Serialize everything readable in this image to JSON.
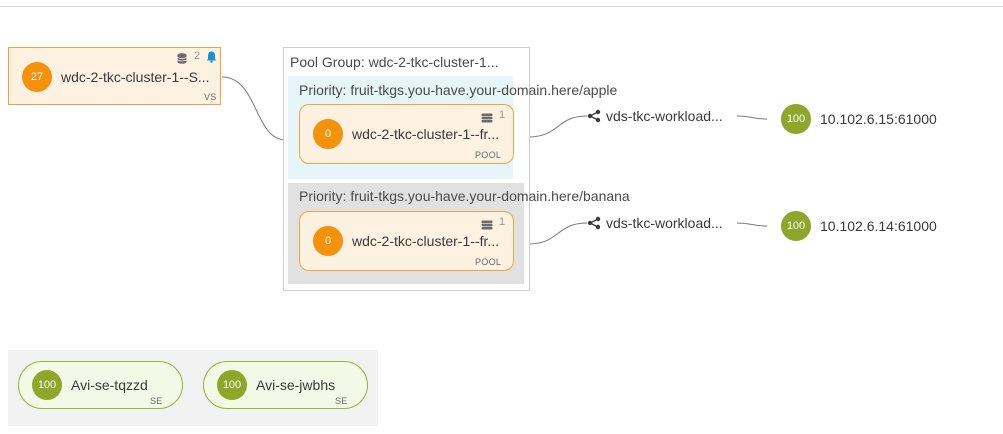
{
  "vs": {
    "score": "27",
    "name": "wdc-2-tkc-cluster-1--S...",
    "pool_count": "2",
    "type_tag": "VS"
  },
  "pool_group": {
    "title": "Pool Group: wdc-2-tkc-cluster-1...",
    "priorities": [
      {
        "label": "Priority: fruit-tkgs.you-have.your-domain.here/apple",
        "pool": {
          "score": "0",
          "name": "wdc-2-tkc-cluster-1--fr...",
          "server_count": "1",
          "type_tag": "POOL"
        }
      },
      {
        "label": "Priority: fruit-tkgs.you-have.your-domain.here/banana",
        "pool": {
          "score": "0",
          "name": "wdc-2-tkc-cluster-1--fr...",
          "server_count": "1",
          "type_tag": "POOL"
        }
      }
    ]
  },
  "networks": [
    {
      "name": "vds-tkc-workload...",
      "server_score": "100",
      "server": "10.102.6.15:61000"
    },
    {
      "name": "vds-tkc-workload...",
      "server_score": "100",
      "server": "10.102.6.14:61000"
    }
  ],
  "service_engines": [
    {
      "score": "100",
      "name": "Avi-se-tqzzd",
      "type_tag": "SE"
    },
    {
      "score": "100",
      "name": "Avi-se-jwbhs",
      "type_tag": "SE"
    }
  ],
  "colors": {
    "health_orange": "#f5920b",
    "health_green": "#8ea62a",
    "pool_border": "#f2a43c",
    "se_border": "#97b133",
    "notification_bell": "#1a8fd6"
  },
  "icons": {
    "pool_count": "database-icon",
    "alert": "bell-icon",
    "server_count": "server-stack-icon",
    "network": "share-network-icon"
  }
}
